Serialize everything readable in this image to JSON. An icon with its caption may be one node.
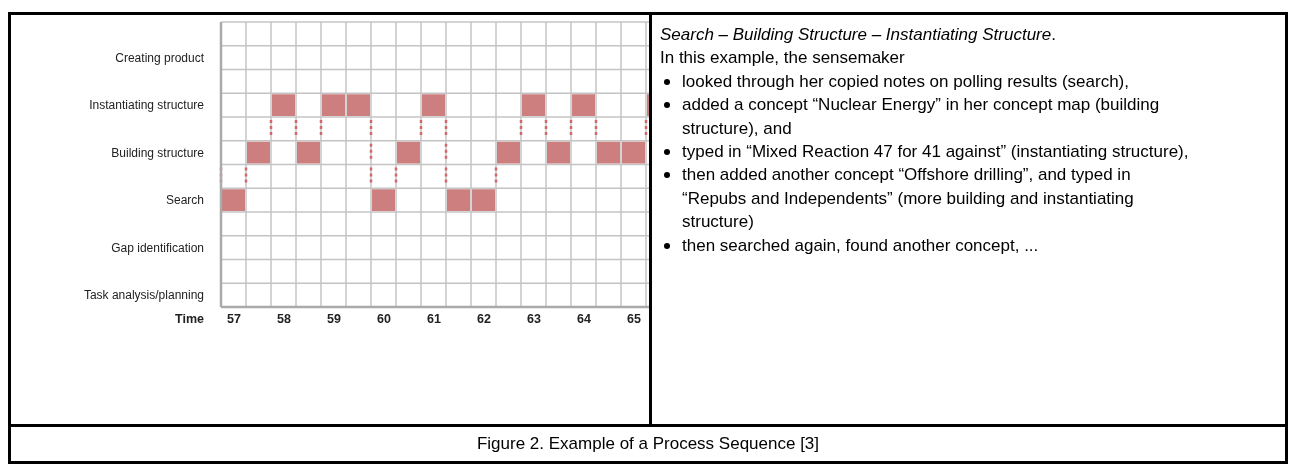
{
  "diagram": {
    "caption": "Figure 2. Example of a Process Sequence [3]",
    "labels": [
      "Creating product",
      "Instantiating structure",
      "Building structure",
      "Search",
      "Gap identification",
      "Task analysis/planning",
      "Time",
      "57",
      "58",
      "59",
      "60",
      "61",
      "62",
      "63",
      "64",
      "65",
      "*Search – Building Structure – Instantiating Structure*.",
      "In this example, the sensemaker",
      "looked through her copied notes on polling results (search),",
      "added a concept “Nuclear Energy” in her concept map (building structure), and",
      "typed in “Mixed Reaction 47 for 41 against” (instantiating structure),",
      "then added another concept “Offshore drilling”, and typed in “Repubs and Independents” (more building and instantiating structure)",
      "then searched again, found another concept, ..."
    ]
  }
}
